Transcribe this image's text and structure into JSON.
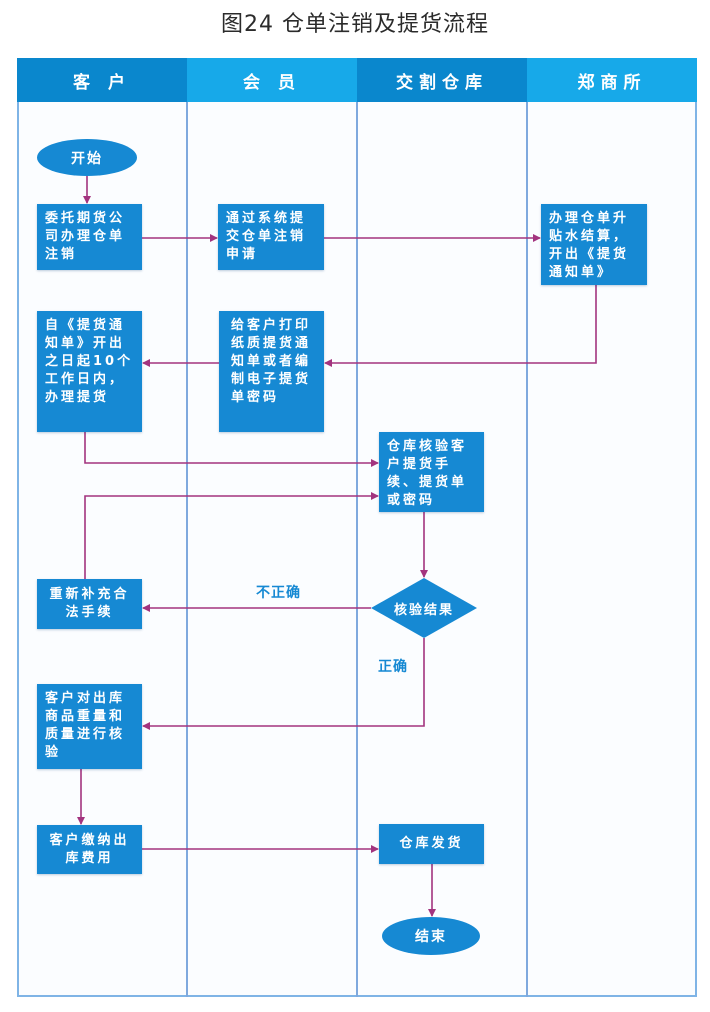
{
  "title": "图24  仓单注销及提货流程",
  "lanes": [
    {
      "label": "客 户"
    },
    {
      "label": "会 员"
    },
    {
      "label": "交割仓库"
    },
    {
      "label": "郑商所"
    }
  ],
  "nodes": {
    "start": "开始",
    "entrust": "委托期货公司办理仓单注销",
    "submit": "通过系统提交仓单注销申请",
    "exchange": "办理仓单升贴水结算，开出《提货通知单》",
    "print": "给客户打印纸质提货通知单或者编制电子提货单密码",
    "pickup": "自《提货通知单》开出之日起10个工作日内，办理提货",
    "verify": "仓库核验客户提货手续、提货单或密码",
    "result": "核验结果",
    "resupply": "重新补充合法手续",
    "inspect": "客户对出库商品重量和质量进行核验",
    "pay": "客户缴纳出库费用",
    "ship": "仓库发货",
    "end": "结束"
  },
  "edge_labels": {
    "incorrect": "不正确",
    "correct": "正确"
  },
  "colors": {
    "node": "#1689d3",
    "arrow": "#a3347f",
    "header_dark": "#0a87cd",
    "header_light": "#17a9e9",
    "lane_line": "#7fa9de"
  }
}
